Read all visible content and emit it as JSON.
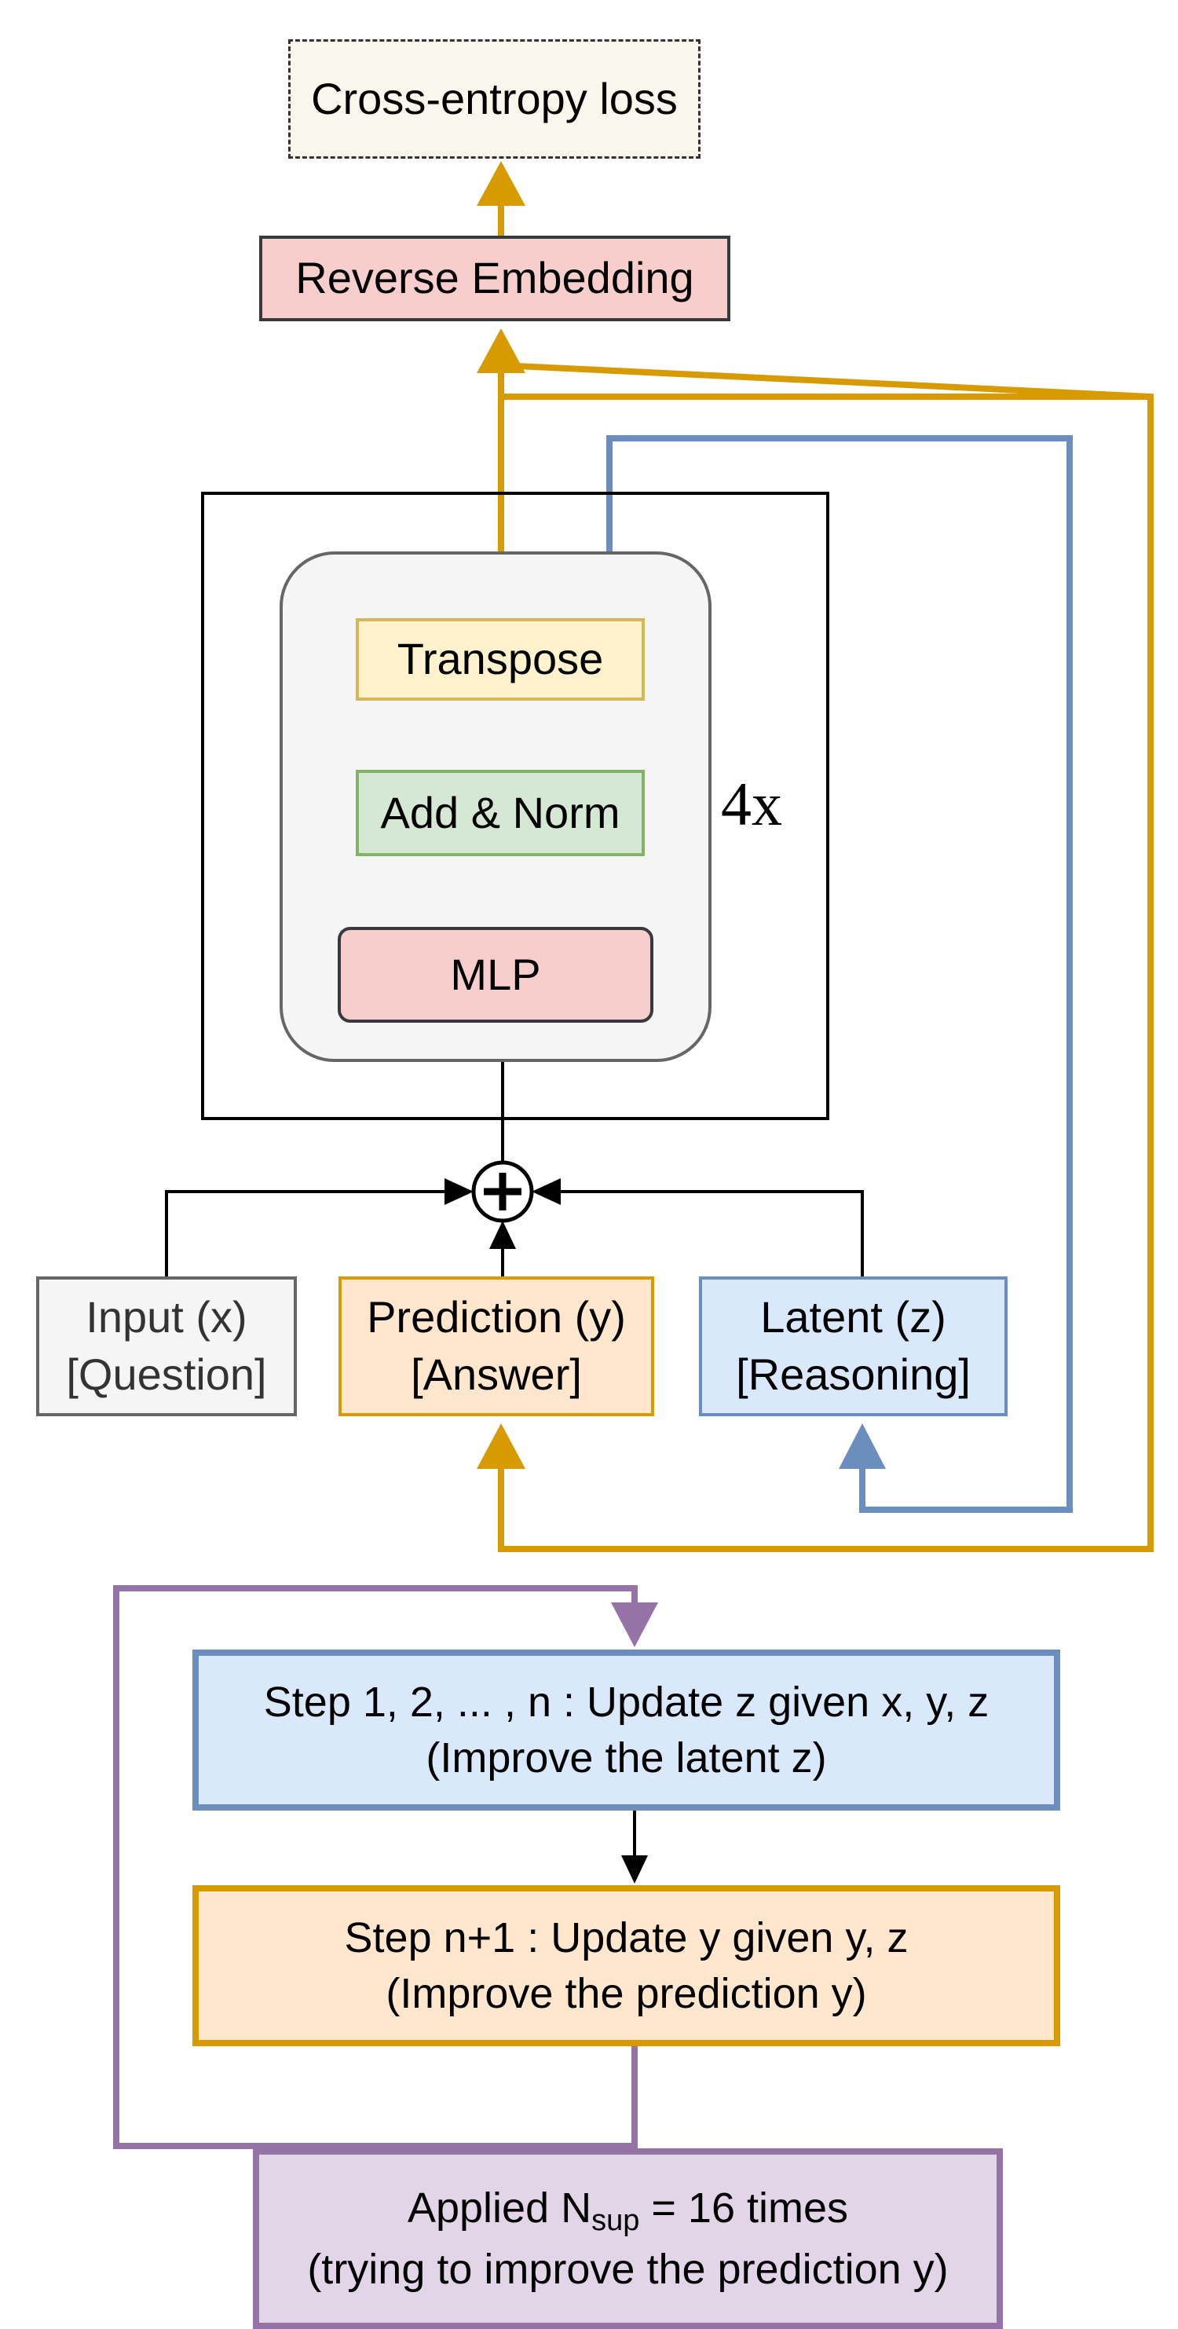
{
  "diagram": {
    "loss": {
      "label": "Cross-entropy loss"
    },
    "reverse_embedding": {
      "label": "Reverse Embedding"
    },
    "block": {
      "repeat_label": "4x",
      "transpose": {
        "label": "Transpose"
      },
      "add_norm": {
        "label": "Add & Norm"
      },
      "mlp": {
        "label": "MLP"
      }
    },
    "sum_symbol": "+",
    "inputs": {
      "input_x": {
        "line1": "Input (x)",
        "line2": "[Question]"
      },
      "prediction_y": {
        "line1": "Prediction (y)",
        "line2": "[Answer]"
      },
      "latent_z": {
        "line1": "Latent (z)",
        "line2": "[Reasoning]"
      }
    },
    "loop": {
      "step_latent": {
        "line1": "Step 1, 2, ... , n : Update z given x, y, z",
        "line2": "(Improve the latent z)"
      },
      "step_prediction": {
        "line1": "Step n+1 : Update y given y, z",
        "line2": "(Improve the prediction y)"
      }
    },
    "applied": {
      "prefix": "Applied N",
      "subscript": "sup",
      "suffix": " = 16 times",
      "line2": "(trying to improve the prediction y)"
    },
    "colors": {
      "prediction_path": "#d79b00",
      "latent_path": "#6c8ebf",
      "outer_loop": "#9673a6",
      "main_arrows": "#000000"
    }
  }
}
